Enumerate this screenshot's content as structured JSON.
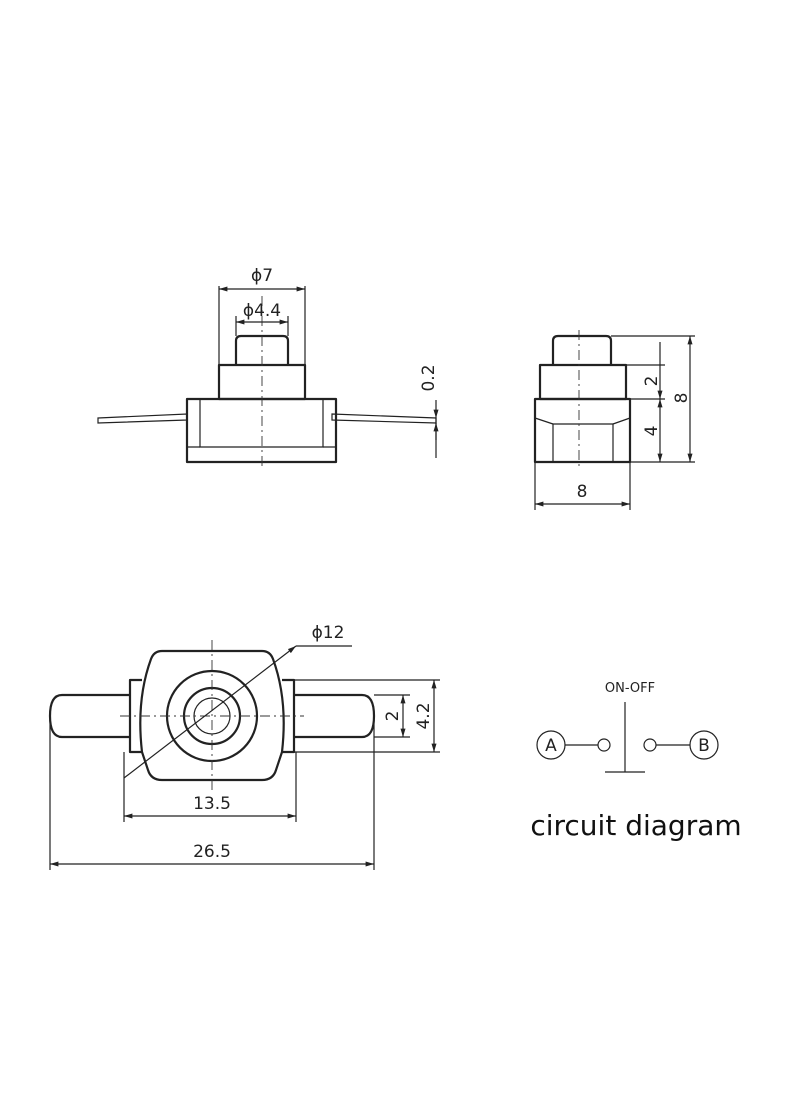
{
  "dimensions": {
    "top_outer_diameter": "ϕ7",
    "top_inner_diameter": "ϕ4.4",
    "terminal_thickness": "0.2",
    "side_upper_height": "2",
    "side_lower_height": "4",
    "side_total_height": "8",
    "side_width": "8",
    "bottom_circle_diameter": "ϕ12",
    "bottom_tab_inner": "2",
    "bottom_tab_outer": "4.2",
    "bottom_body_width": "13.5",
    "bottom_total_width": "26.5"
  },
  "circuit": {
    "switch_label": "ON-OFF",
    "terminal_a": "A",
    "terminal_b": "B",
    "caption": "circuit diagram"
  }
}
